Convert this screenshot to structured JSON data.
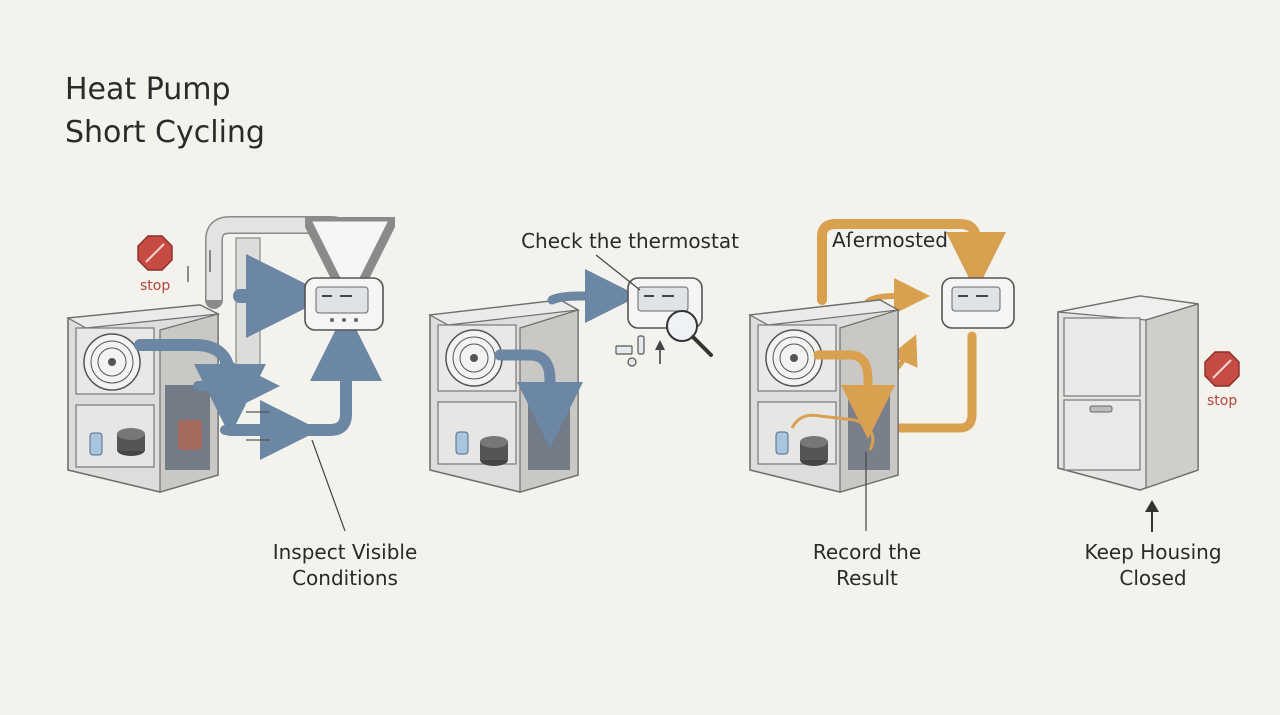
{
  "title": {
    "line1": "Heat Pump",
    "line2": "Short Cycling"
  },
  "steps": [
    {
      "label_line1": "Inspect Visible",
      "label_line2": "Conditions"
    },
    {
      "label_line1": "Check the thermostat",
      "label_line2": ""
    },
    {
      "label_line1": "Record the",
      "label_line2": "Result"
    },
    {
      "label_line1": "Keep Housing",
      "label_line2": "Closed"
    }
  ],
  "annotations": {
    "arc_label": "Aſermosted",
    "stop_left": "stop",
    "stop_right": "stop"
  },
  "colors": {
    "background": "#f3f2ed",
    "blue_arrow": "#6b87a3",
    "orange_arrow": "#d9a050",
    "grey_duct": "#dcdcdc",
    "stop_red": "#c64b42"
  },
  "icons": [
    "stop-sign-icon",
    "fan-icon",
    "thermostat-icon",
    "magnifier-icon",
    "compressor-icon",
    "up-arrow-icon"
  ]
}
